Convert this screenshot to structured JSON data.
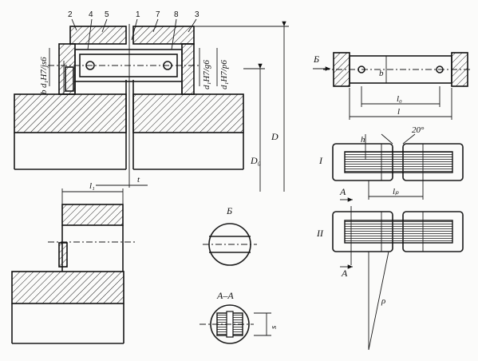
{
  "callouts": [
    "2",
    "4",
    "5",
    "1",
    "7",
    "8",
    "3"
  ],
  "fits": {
    "fit_left": "d₁H7/js6",
    "fit_mid": "d₁H7/g6",
    "fit_right": "d₁H7/p6"
  },
  "dims": {
    "b_left": "b",
    "D": "D",
    "D0": "D₀",
    "l1": "l₁",
    "t": "t",
    "b_right": "b",
    "l0": "l₀",
    "l": "l",
    "h": "h",
    "lp": "lₚ",
    "s": "s",
    "angle": "20°",
    "rho": "ρ"
  },
  "views": {
    "view_B_arrow": "Б",
    "view_B": "Б",
    "section_AA": "A–A",
    "A_top": "A",
    "A_bottom": "A",
    "roman_I": "I",
    "roman_II": "II"
  },
  "colors": {
    "ink": "#111111",
    "paper": "#fbfbfa"
  }
}
